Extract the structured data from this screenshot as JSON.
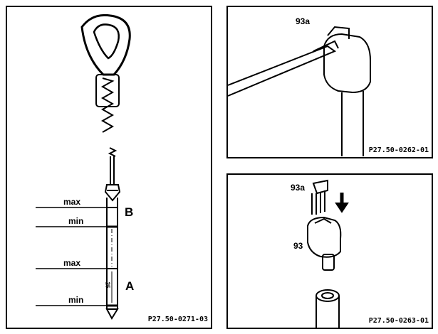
{
  "left_panel": {
    "labels": {
      "max_upper": "max",
      "min_upper": "min",
      "max_lower": "max",
      "min_lower": "min",
      "marker_b": "B",
      "marker_a": "A",
      "dimension": "25"
    },
    "figure_code": "P27.50-0271-03"
  },
  "top_right_panel": {
    "part_label": "93a",
    "figure_code": "P27.50-0262-01"
  },
  "bottom_right_panel": {
    "clip_label": "93a",
    "cap_label": "93",
    "figure_code": "P27.50-0263-01"
  }
}
